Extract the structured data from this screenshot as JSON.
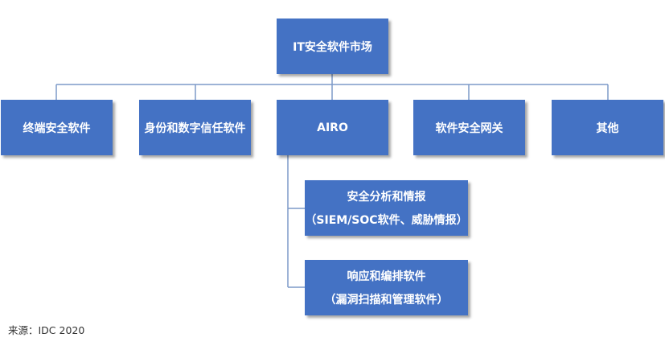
{
  "root": {
    "label": "IT安全软件市场"
  },
  "categories": [
    {
      "label": "终端安全软件"
    },
    {
      "label": "身份和数字信任软件"
    },
    {
      "label": "AIRO"
    },
    {
      "label": "软件安全网关"
    },
    {
      "label": "其他"
    }
  ],
  "airo_children": [
    {
      "line1": "安全分析和情报",
      "line2": "（SIEM/SOC软件、威胁情报）"
    },
    {
      "line1": "响应和编排软件",
      "line2": "（漏洞扫描和管理软件）"
    }
  ],
  "source": {
    "text": "来源：IDC 2020"
  },
  "colors": {
    "box_fill": "#4472c4",
    "box_text": "#ffffff",
    "connector": "#7d9ac8"
  }
}
